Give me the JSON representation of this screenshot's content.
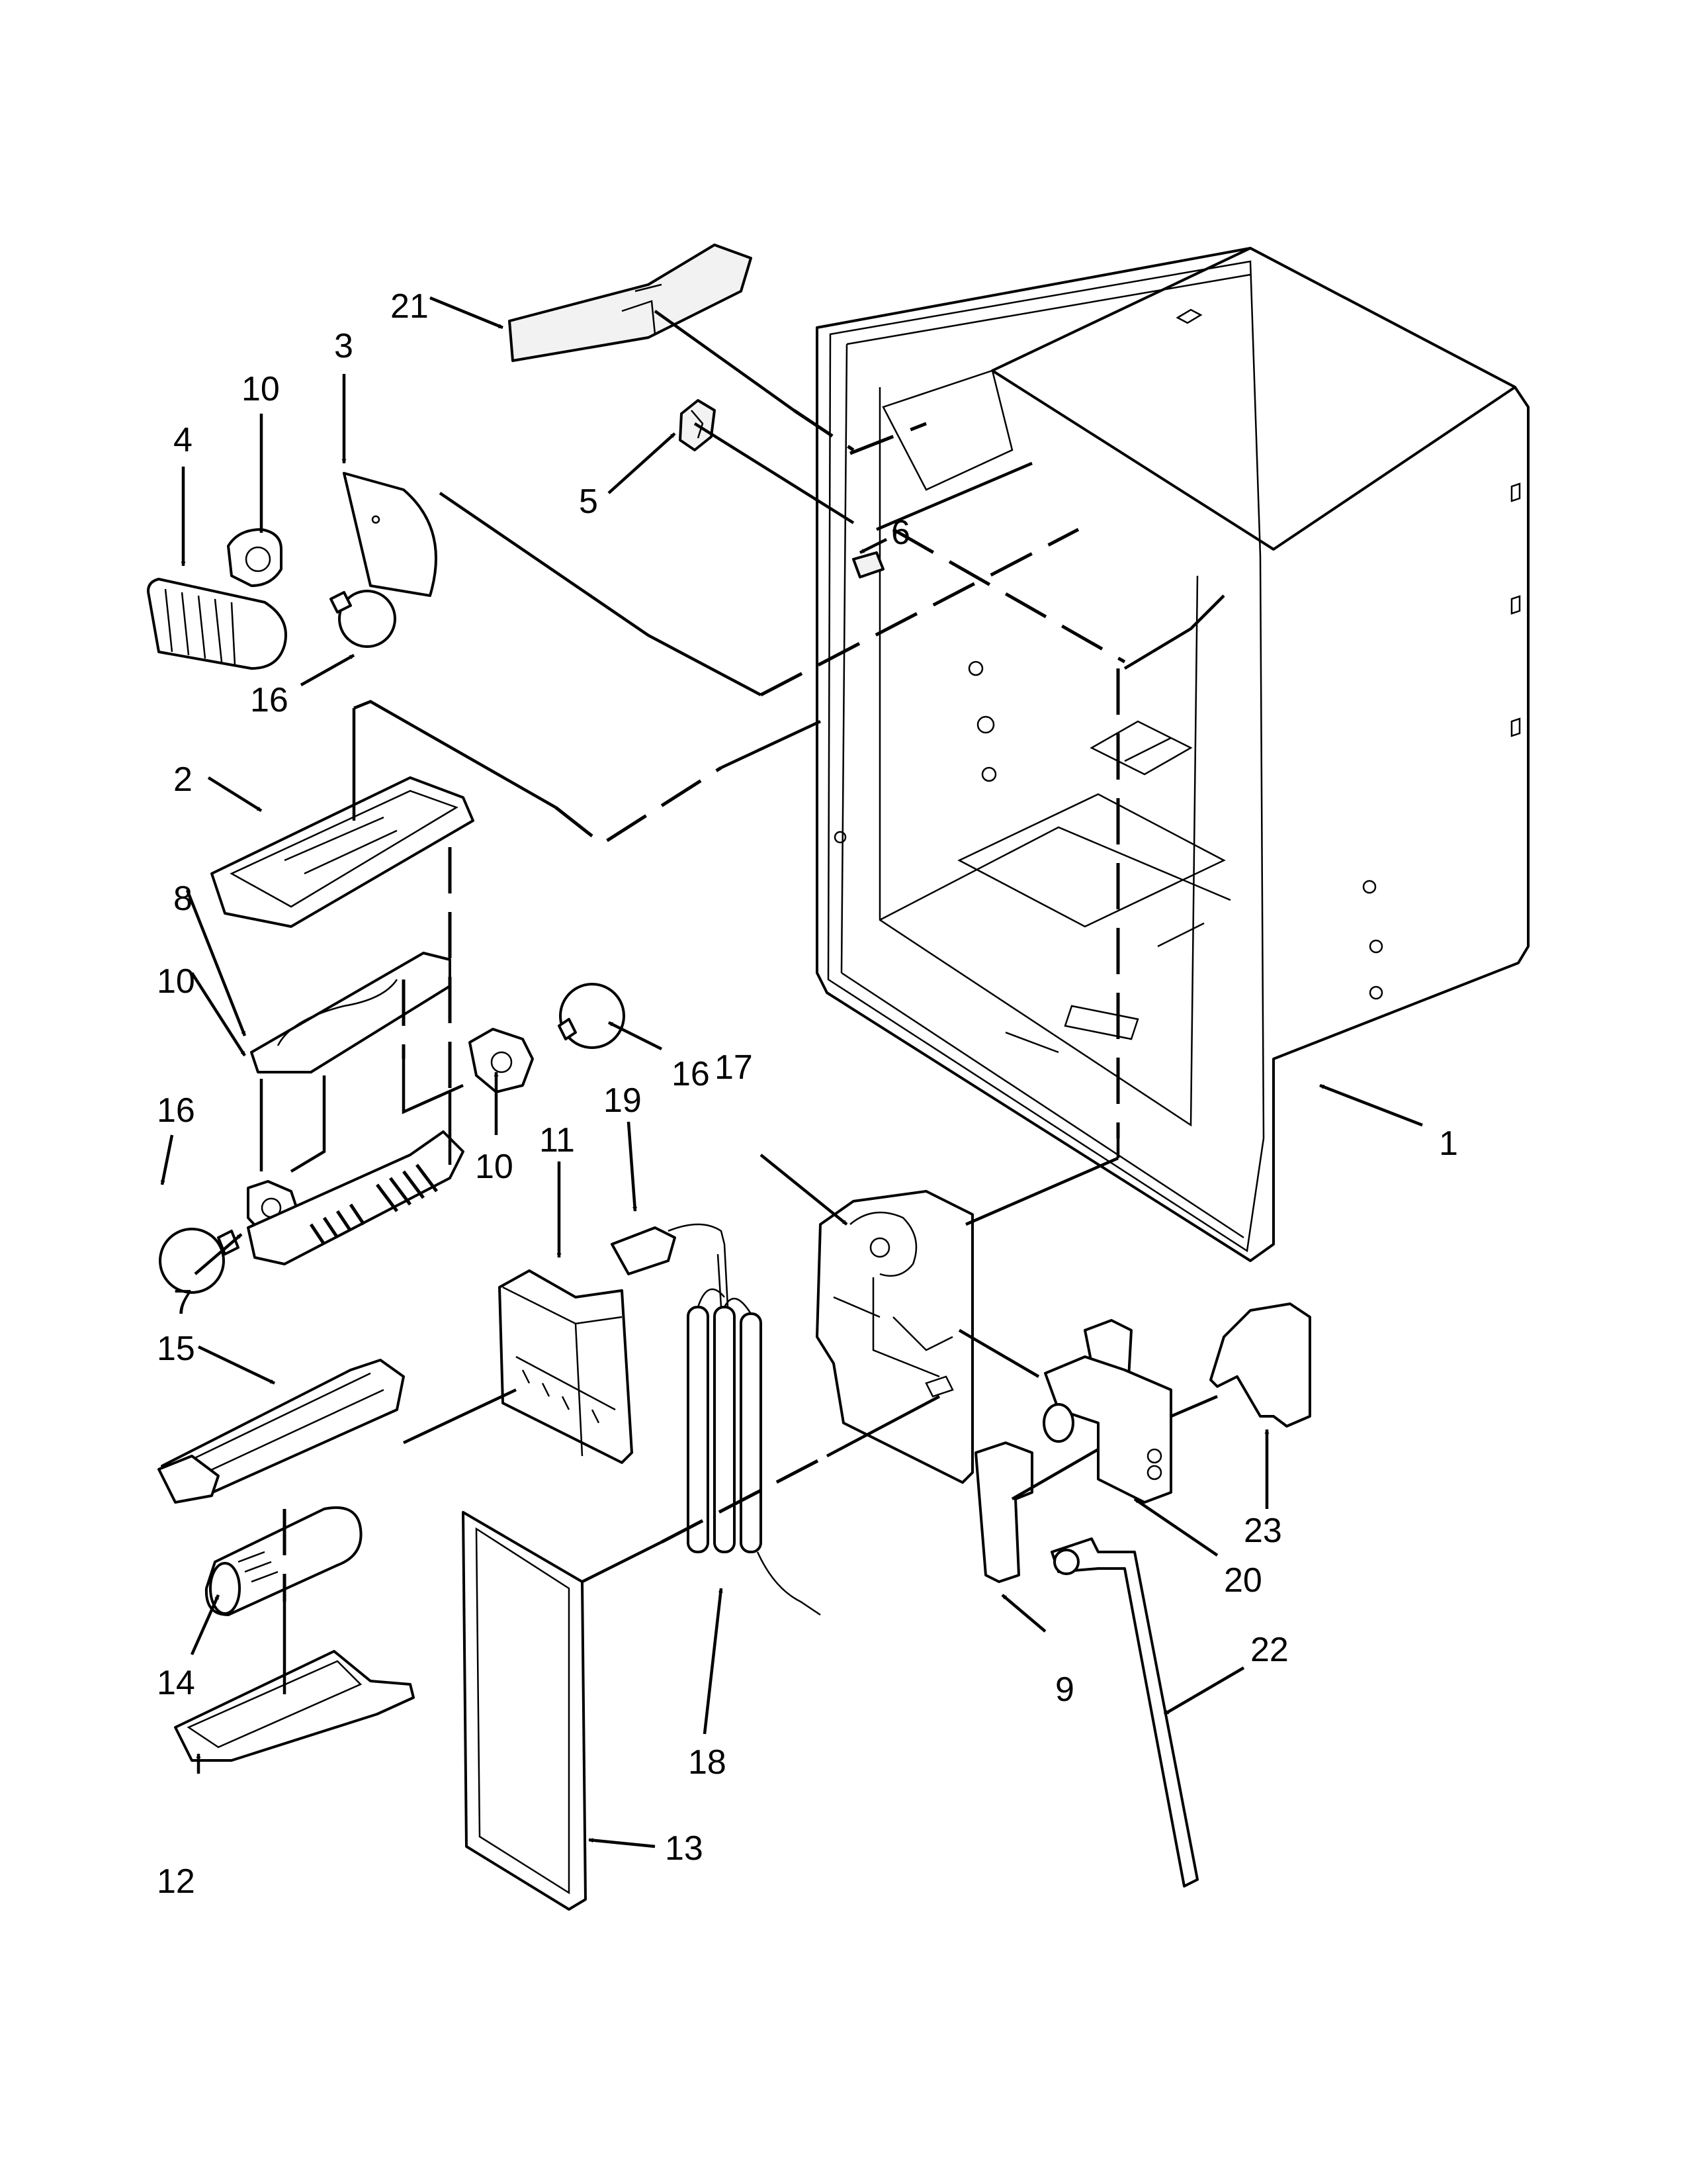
{
  "diagram": {
    "callouts": [
      "1",
      "2",
      "3",
      "4",
      "5",
      "6",
      "7",
      "8",
      "9",
      "10",
      "10",
      "10",
      "11",
      "12",
      "13",
      "14",
      "15",
      "16",
      "16",
      "16",
      "17",
      "18",
      "19",
      "20",
      "21",
      "22",
      "23"
    ]
  }
}
